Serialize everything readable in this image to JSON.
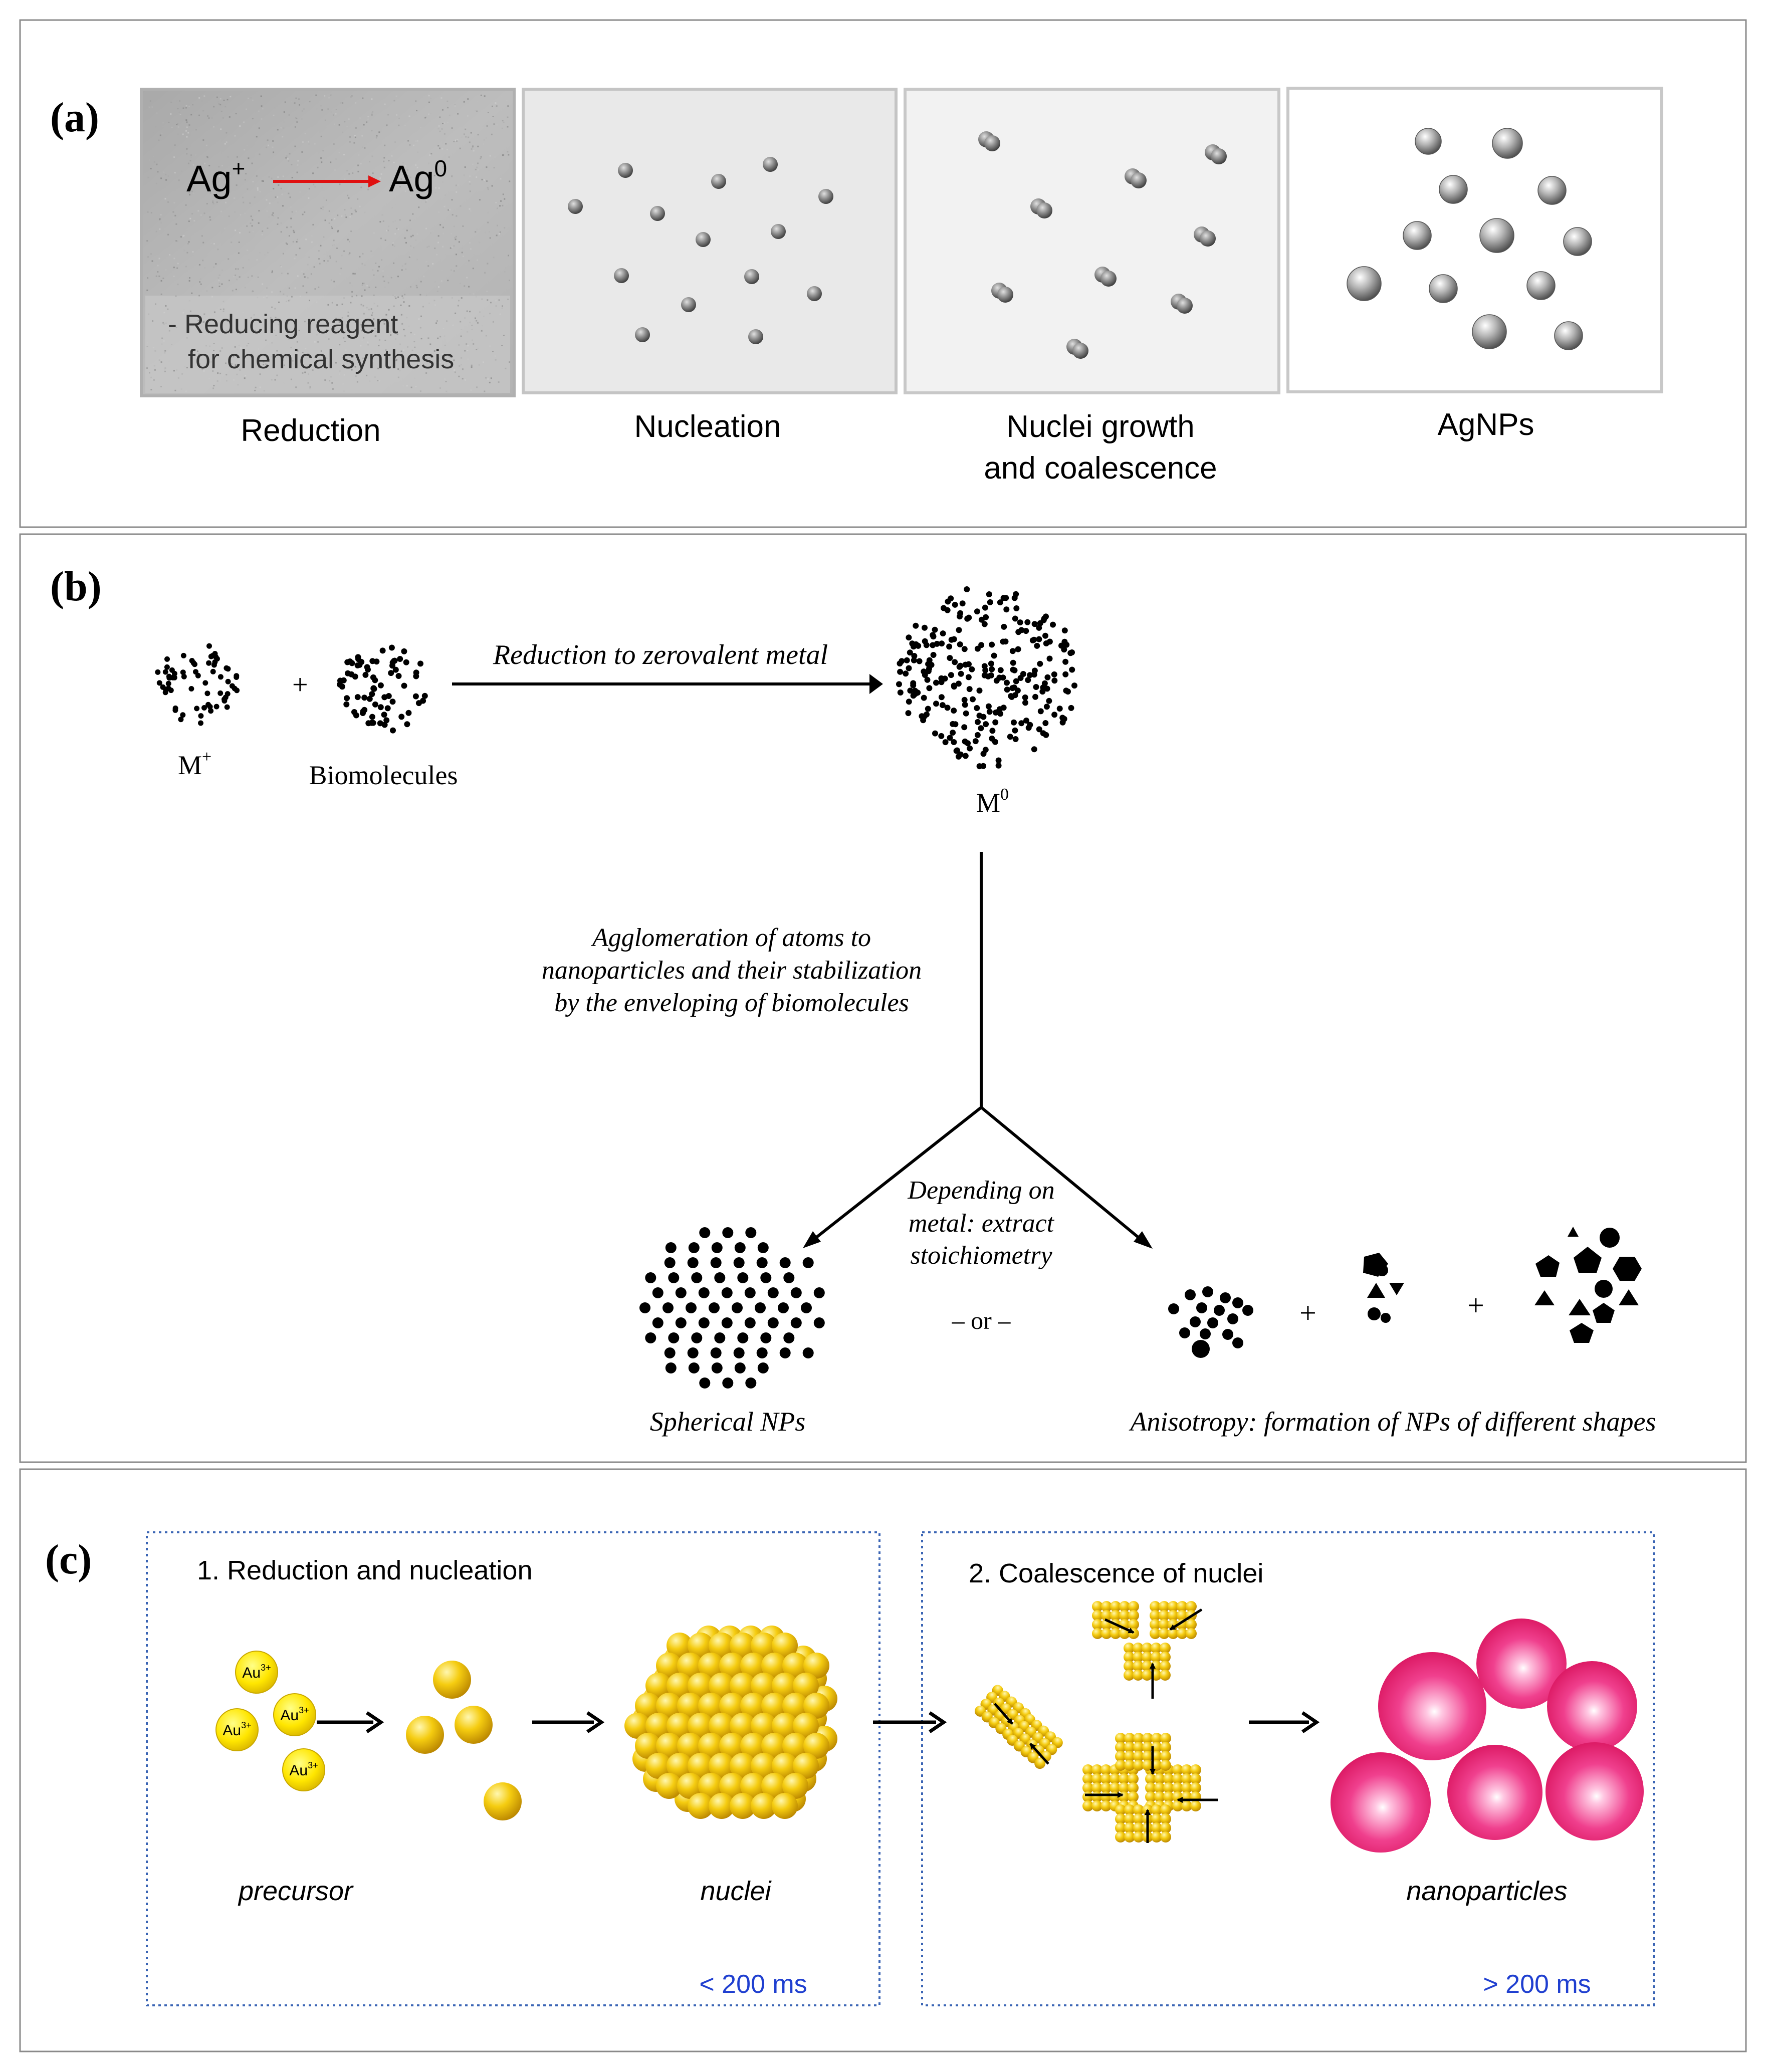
{
  "panel_a": {
    "label": "(a)",
    "ion": "Ag",
    "ion_sup": "+",
    "atom": "Ag",
    "atom_sup": "0",
    "reagent_line1": "- Reducing reagent",
    "reagent_line2": "for chemical synthesis",
    "captions": {
      "reduction": "Reduction",
      "nucleation": "Nucleation",
      "growth_line1": "Nuclei growth",
      "growth_line2": "and coalescence",
      "agnps": "AgNPs"
    }
  },
  "panel_b": {
    "label": "(b)",
    "ion": "M",
    "ion_sup": "+",
    "plus": "+",
    "biomolecules": "Biomolecules",
    "reduction_label": "Reduction to zerovalent metal",
    "atom": "M",
    "atom_sup": "0",
    "agglomeration_line1": "Agglomeration of atoms to",
    "agglomeration_line2": "nanoparticles and their stabilization",
    "agglomeration_line3": "by the enveloping of biomolecules",
    "depending_line1": "Depending on",
    "depending_line2": "metal: extract",
    "depending_line3": "stoichiometry",
    "or": "– or –",
    "spherical": "Spherical NPs",
    "anisotropy": "Anisotropy: formation of NPs of different shapes"
  },
  "panel_c": {
    "label": "(c)",
    "step1_title": "1. Reduction and nucleation",
    "step2_title": "2. Coalescence of nuclei",
    "ion_label": "Au",
    "ion_sup": "3+",
    "precursor": "precursor",
    "nuclei": "nuclei",
    "nanoparticles": "nanoparticles",
    "time1": "< 200 ms",
    "time2": "> 200 ms"
  },
  "colors": {
    "reduction_arrow": "#e01010",
    "gold": "#f2c200",
    "pink": "#e8206e",
    "dotted_box": "#3a64b4",
    "time_text": "#1f3fd0"
  }
}
